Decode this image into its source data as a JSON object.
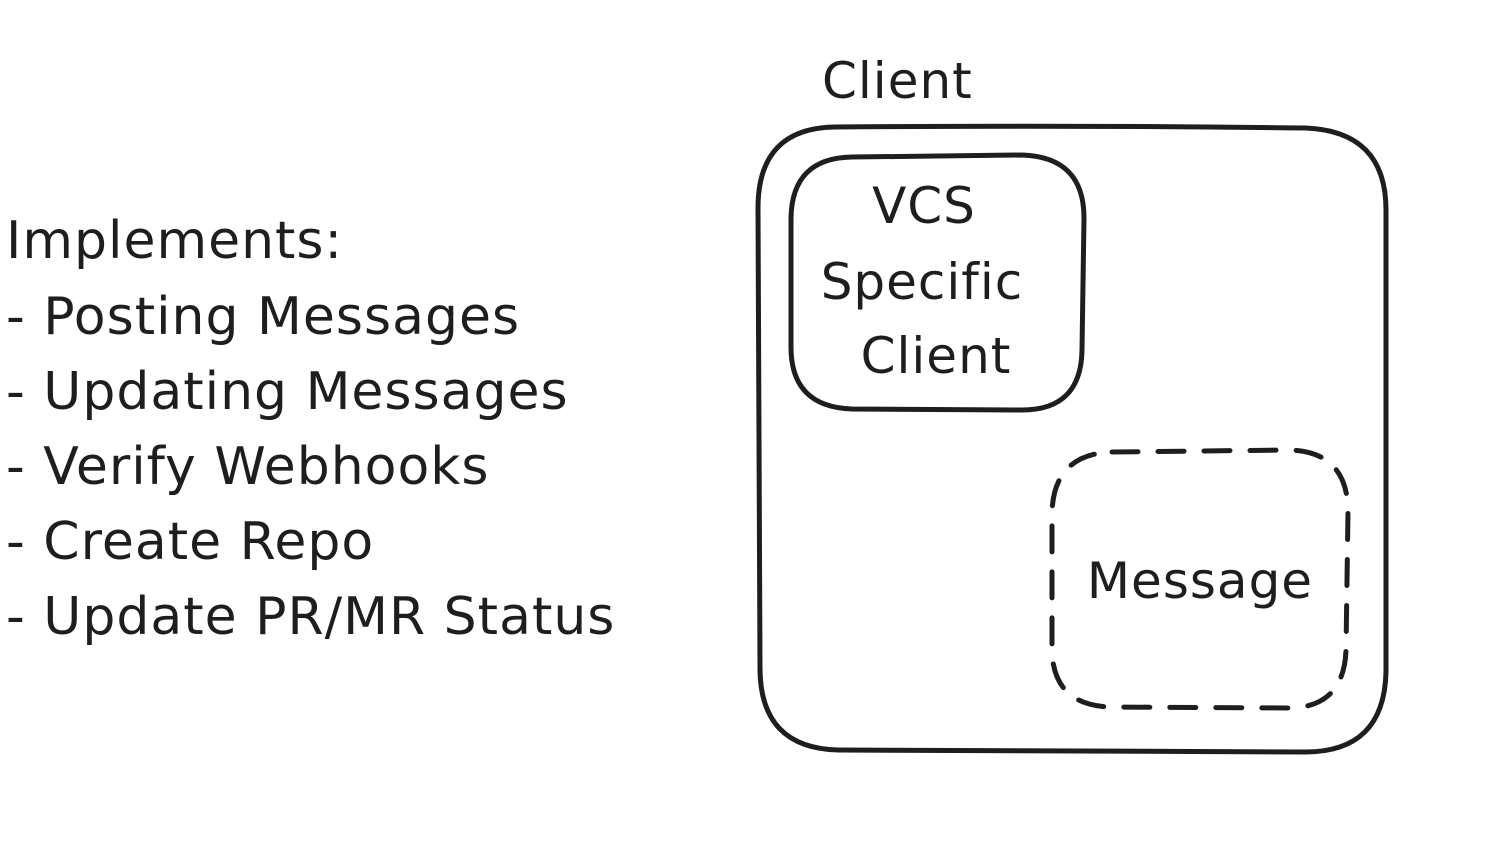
{
  "implements": {
    "heading": "Implements:",
    "items": [
      "- Posting Messages",
      "- Updating Messages",
      "- Verify Webhooks",
      "- Create Repo",
      "- Update PR/MR Status"
    ]
  },
  "client": {
    "label": "Client",
    "vcs_client": {
      "lines": [
        "VCS",
        "Specific",
        "Client"
      ]
    },
    "message": {
      "label": "Message"
    }
  },
  "colors": {
    "stroke": "#1e1e1e",
    "background": "#ffffff"
  }
}
